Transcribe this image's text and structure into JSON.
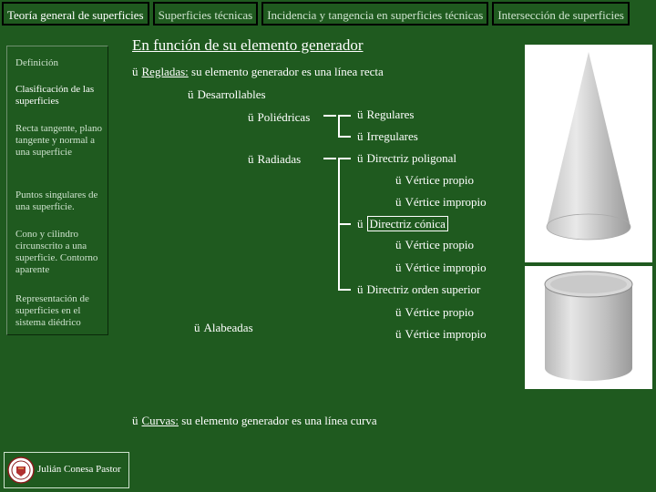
{
  "tabs": [
    {
      "label": "Teoría general de superficies"
    },
    {
      "label": "Superficies técnicas"
    },
    {
      "label": "Incidencia y tangencia en superficies técnicas"
    },
    {
      "label": "Intersección de superficies"
    }
  ],
  "sidebar": {
    "items": [
      {
        "label": "Definición"
      },
      {
        "label": "Clasificación de las superficies"
      },
      {
        "label": "Recta tangente, plano tangente y normal a una superficie"
      },
      {
        "label": "Puntos singulares de una superficie."
      },
      {
        "label": "Cono y cilindro circunscrito a una superficie. Contorno aparente"
      },
      {
        "label": "Representación de superficies en el sistema diédrico"
      }
    ]
  },
  "content": {
    "title": "En función de su elemento generador",
    "check_glyph": "ü",
    "regladas_term": "Regladas:",
    "regladas_desc": "su elemento generador es una línea recta",
    "desarrollables": "Desarrollables",
    "poliedricas": "Poliédricas",
    "regulares": "Regulares",
    "irregulares": "Irregulares",
    "radiadas": "Radiadas",
    "directriz_poligonal": "Directriz poligonal",
    "vertice_propio": "Vértice propio",
    "vertice_impropio": "Vértice impropio",
    "directriz_conica": "Directriz cónica",
    "directriz_orden_superior": "Directriz orden superior",
    "alabeadas": "Alabeadas",
    "curvas_term": "Curvas:",
    "curvas_desc": "su elemento generador es una línea curva"
  },
  "images": {
    "cone": "cone",
    "cylinder": "cylinder"
  },
  "author": {
    "name": "Julián Conesa Pastor",
    "logo_icon": "university-seal-icon"
  }
}
